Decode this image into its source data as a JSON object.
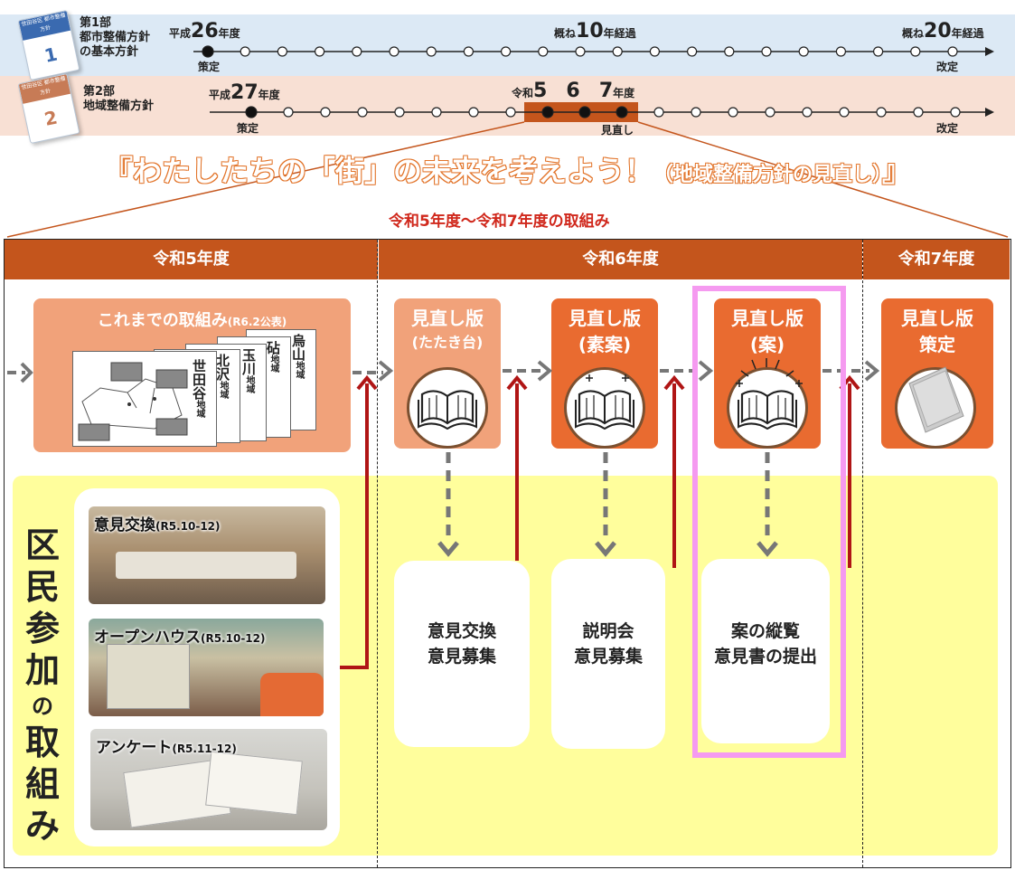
{
  "timeline": {
    "part1": {
      "book_label": "1",
      "book_header": "世田谷区 都市整備方針",
      "title_lines": [
        "第1部",
        "都市整備方針",
        "の基本方針"
      ],
      "start_era": "平成",
      "start_num": "26",
      "start_suffix": "年度",
      "start_note": "策定",
      "mid_prefix": "概ね",
      "mid_num": "10",
      "mid_suffix": "年経過",
      "end_prefix": "概ね",
      "end_num": "20",
      "end_suffix": "年経過",
      "end_note": "改定"
    },
    "part2": {
      "book_label": "2",
      "book_header": "世田谷区 都市整備方針",
      "title_lines": [
        "第2部",
        "地域整備方針"
      ],
      "start_era": "平成",
      "start_num": "27",
      "start_suffix": "年度",
      "start_note": "策定",
      "reiwa_prefix": "令和",
      "r5": "5",
      "r6": "6",
      "r7": "7",
      "r_suffix": "年度",
      "review_note": "見直し",
      "end_note": "改定"
    }
  },
  "headline": {
    "title": "『わたしたちの「街」の未来を考えよう！",
    "title_sub": "（地域整備方針の見直し）",
    "title_end": "』",
    "subtitle": "令和5年度～令和7年度の取組み"
  },
  "years": [
    "令和5年度",
    "令和6年度",
    "令和7年度"
  ],
  "prior_work": {
    "title": "これまでの取組み",
    "title_note": "(R6.2公表)",
    "cards": [
      {
        "name": "世田谷",
        "suffix": "地域"
      },
      {
        "name": "北沢",
        "suffix": "地域"
      },
      {
        "name": "玉川",
        "suffix": "地域"
      },
      {
        "name": "砧",
        "suffix": "地域"
      },
      {
        "name": "烏山",
        "suffix": "地域"
      }
    ]
  },
  "versions": [
    {
      "title": "見直し版",
      "sub": "(たたき台)",
      "action_lines": [
        "意見交換",
        "意見募集"
      ]
    },
    {
      "title": "見直し版",
      "sub": "(素案)",
      "action_lines": [
        "説明会",
        "意見募集"
      ]
    },
    {
      "title": "見直し版",
      "sub": "(案)",
      "action_lines": [
        "案の縦覧",
        "意見書の提出"
      ]
    },
    {
      "title": "見直し版",
      "sub": "策定"
    }
  ],
  "participation": {
    "vertical_title": [
      "区",
      "民",
      "参",
      "加",
      "の",
      "取",
      "組",
      "み"
    ],
    "photos": [
      {
        "label": "意見交換",
        "note": "(R5.10-12)"
      },
      {
        "label": "オープンハウス",
        "note": "(R5.10-12)"
      },
      {
        "label": "アンケート",
        "note": "(R5.11-12)"
      }
    ]
  },
  "colors": {
    "header": "#c4551c",
    "orange": "#e96b30",
    "peach": "#f1a27a",
    "yellow": "#fffe9c",
    "red_arrow": "#b01515",
    "highlight": "#f59af0"
  }
}
